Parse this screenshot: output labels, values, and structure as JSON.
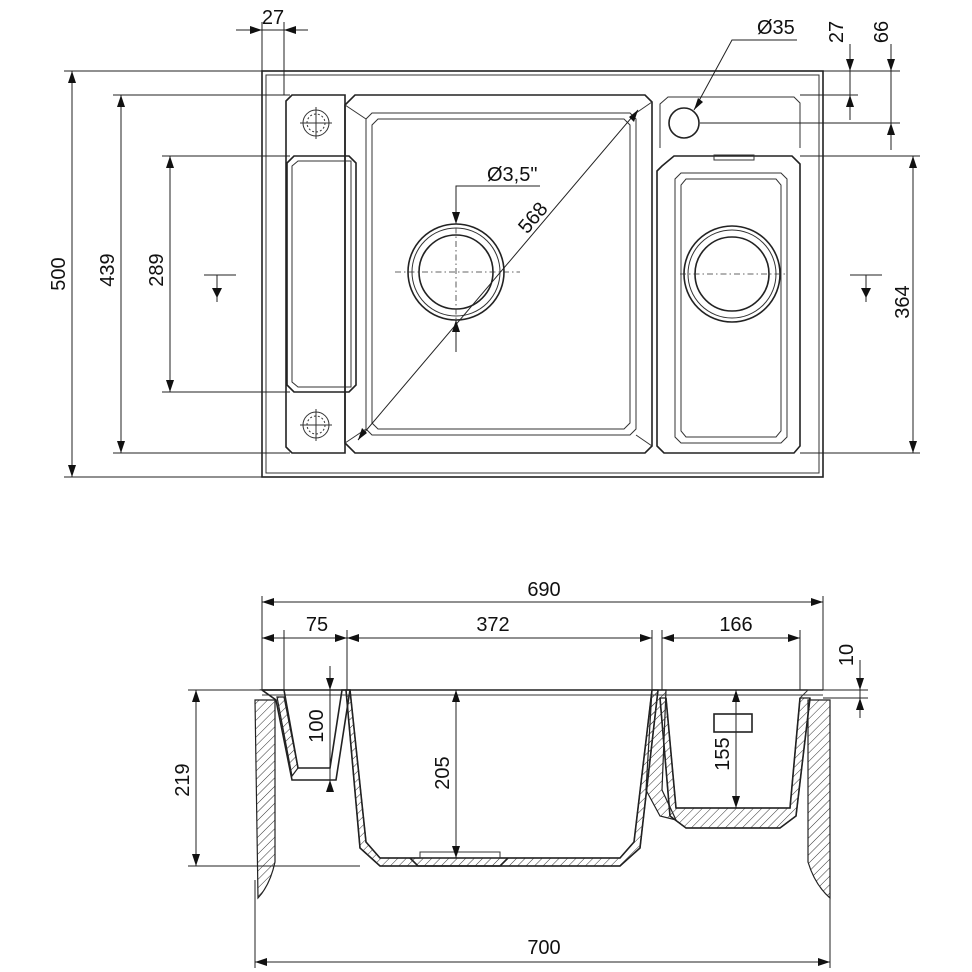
{
  "diagram": {
    "top_view": {
      "dims": {
        "d27_top": "27",
        "d35": "Ø35",
        "d27_right": "27",
        "d66": "66",
        "d500": "500",
        "d439": "439",
        "d289": "289",
        "d568": "568",
        "d3_5": "Ø3,5\"",
        "d364": "364"
      }
    },
    "section_view": {
      "dims": {
        "d690": "690",
        "d75": "75",
        "d372": "372",
        "d166": "166",
        "d10": "10",
        "d100": "100",
        "d205": "205",
        "d155": "155",
        "d219": "219",
        "d700": "700"
      }
    }
  }
}
